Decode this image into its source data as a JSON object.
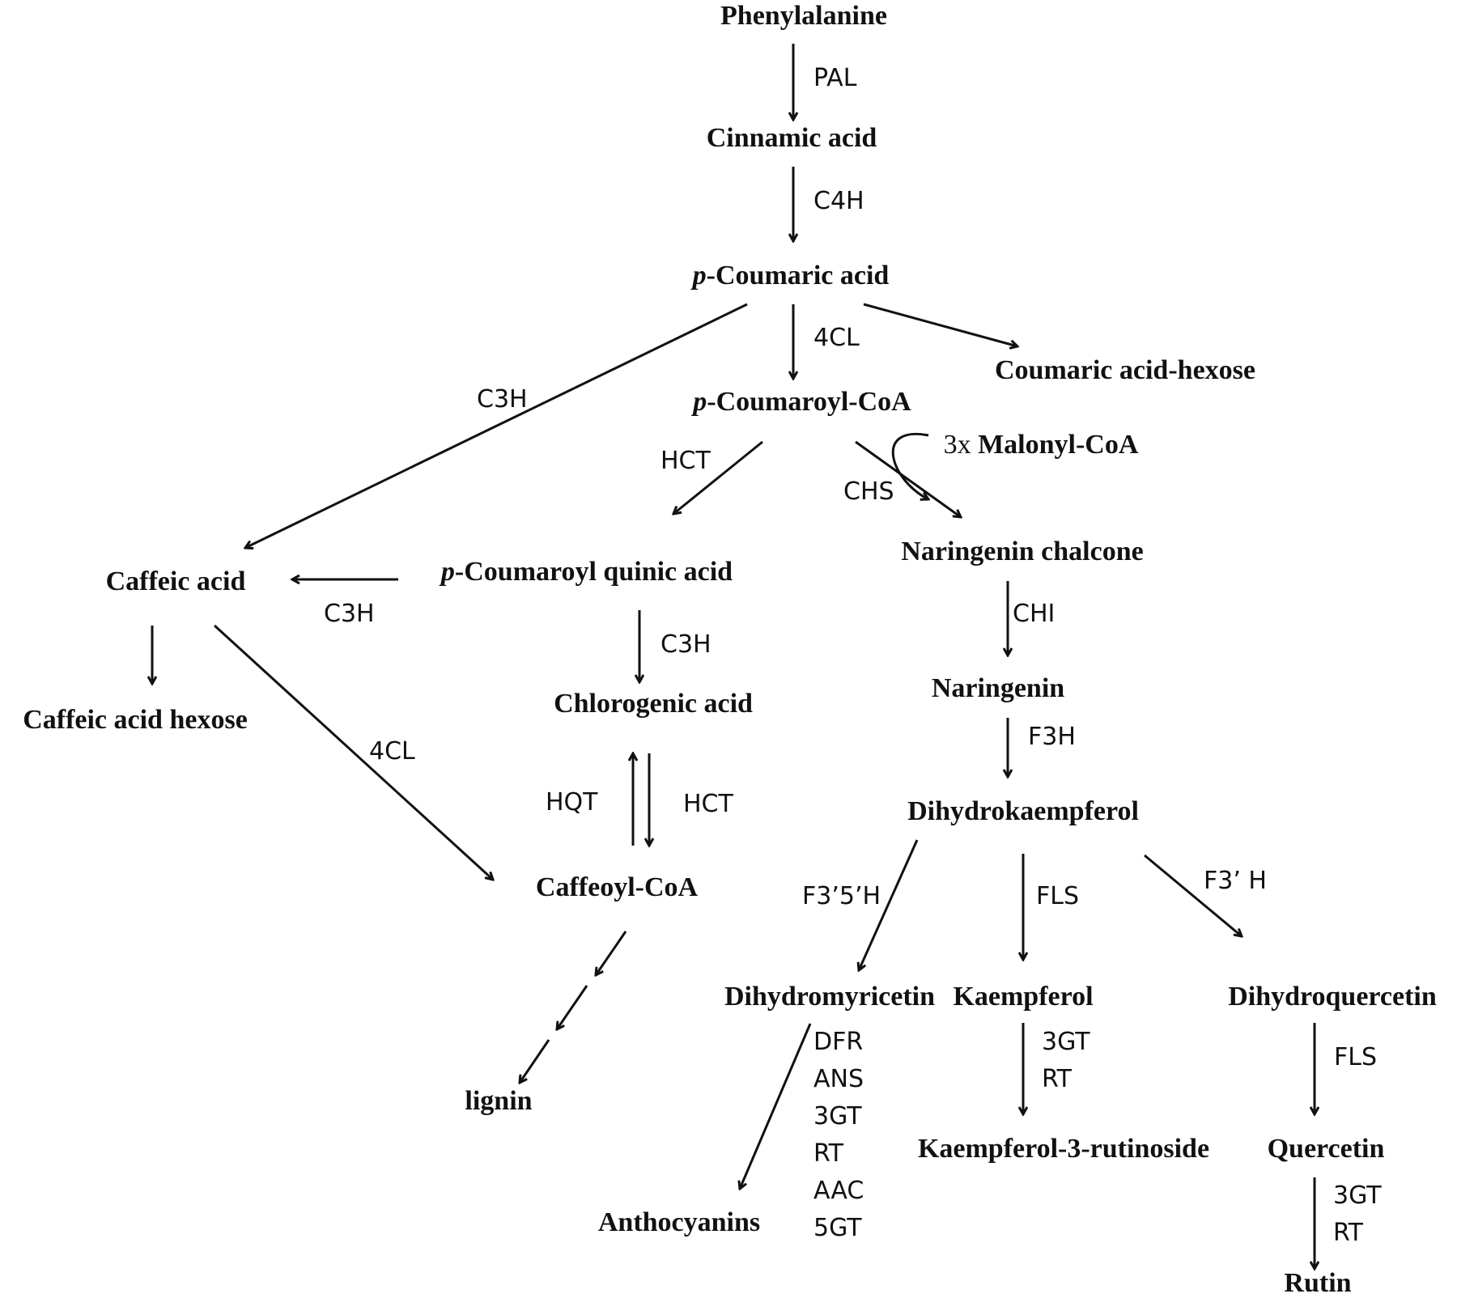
{
  "nodes": {
    "phenylalanine": "Phenylalanine",
    "cinnamic_acid": "Cinnamic acid",
    "p_coumaric_acid": {
      "prefix": "p",
      "rest": "-Coumaric acid"
    },
    "p_coumaroyl_coa": {
      "prefix": "p",
      "rest": "-Coumaroyl-CoA"
    },
    "coumaric_acid_hexose": "Coumaric acid-hexose",
    "malonyl_coa": {
      "prefix": "3x",
      "rest": " Malonyl-CoA"
    },
    "caffeic_acid": "Caffeic acid",
    "p_coumaroyl_quinic_acid": {
      "prefix": "p",
      "rest": "-Coumaroyl quinic acid"
    },
    "naringenin_chalcone": "Naringenin chalcone",
    "caffeic_acid_hexose": "Caffeic acid hexose",
    "chlorogenic_acid": "Chlorogenic acid",
    "naringenin": "Naringenin",
    "dihydrokaempferol": "Dihydrokaempferol",
    "caffeoyl_coa": "Caffeoyl-CoA",
    "dihydromyricetin": "Dihydromyricetin",
    "kaempferol": "Kaempferol",
    "dihydroquercetin": "Dihydroquercetin",
    "lignin": "lignin",
    "kaempferol_3_rutinoside": "Kaempferol-3-rutinoside",
    "quercetin": "Quercetin",
    "anthocyanins": "Anthocyanins",
    "rutin": "Rutin"
  },
  "enzymes": {
    "pal": "PAL",
    "c4h": "C4H",
    "fourcl_main": "4CL",
    "c3h_long": "C3H",
    "hct_quinic": "HCT",
    "chs": "CHS",
    "c3h_quinic_caffeic": "C3H",
    "c3h_chlorogenic": "C3H",
    "chi": "CHI",
    "f3h": "F3H",
    "fourcl_caffeoyl": "4CL",
    "hqt": "HQT",
    "hct_chlorogenic": "HCT",
    "f35h": "F3’5’H",
    "fls_kaempferol": "FLS",
    "f3h_prime": "F3’ H",
    "dihydromyricetin_branch": [
      "DFR",
      "ANS",
      "3GT",
      "RT",
      "AAC",
      "5GT"
    ],
    "kaempferol_branch": [
      "3GT",
      "RT"
    ],
    "fls_quercetin": "FLS",
    "quercetin_branch": [
      "3GT",
      "RT"
    ]
  }
}
